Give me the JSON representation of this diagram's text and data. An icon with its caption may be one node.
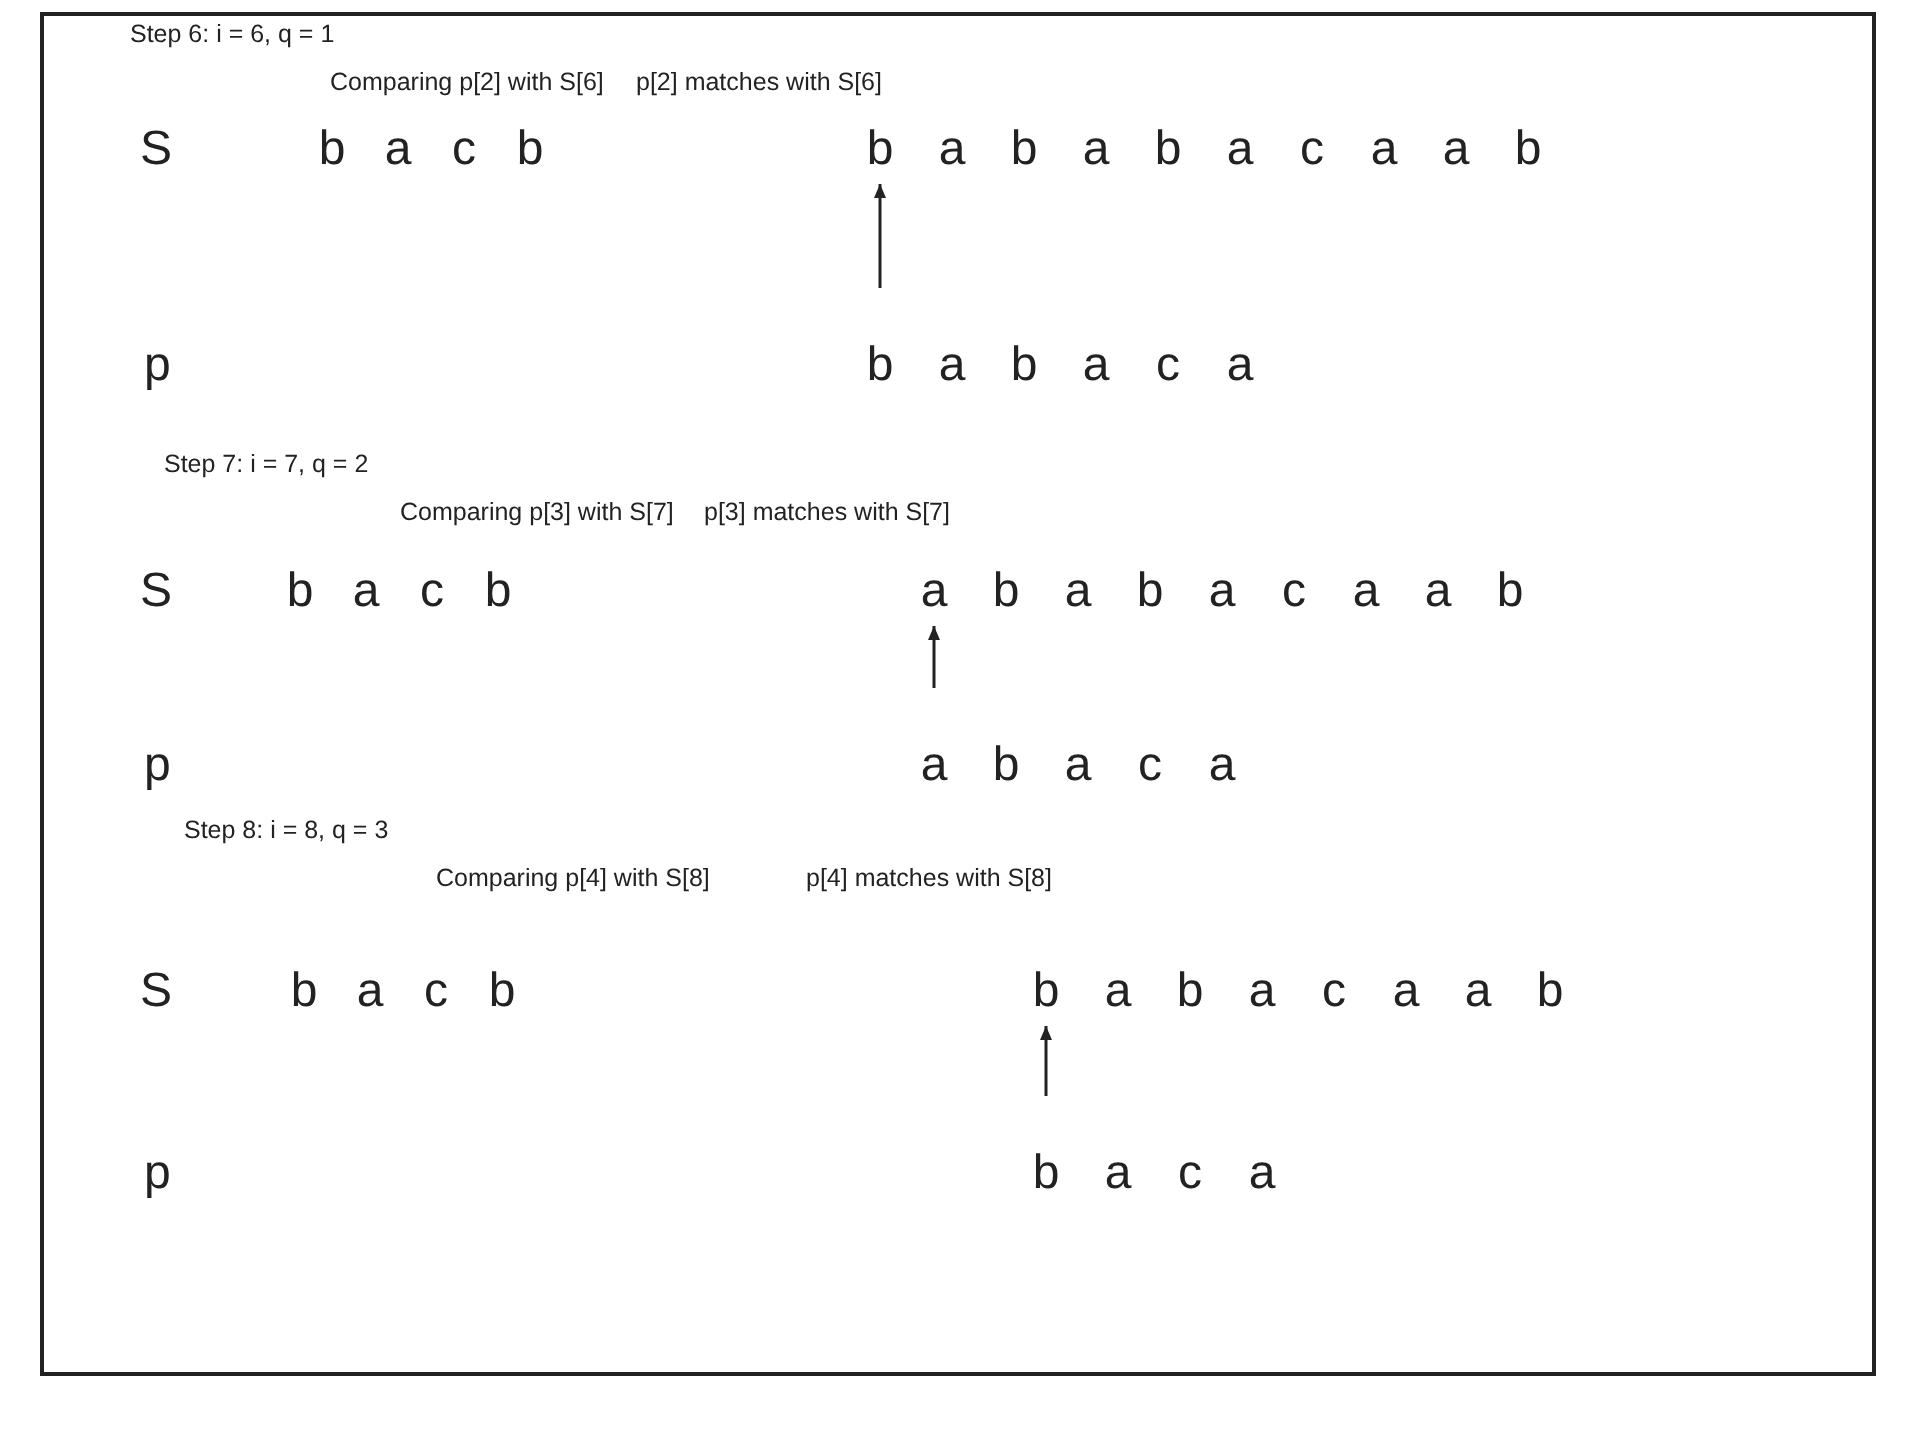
{
  "diagram": {
    "nodes": [
      {
        "text": [
          "b"
        ]
      },
      {
        "text": [
          "a"
        ]
      },
      {
        "text": [
          "b"
        ]
      }
    ],
    "edges": [
      {
        "from": null,
        "to": 0,
        "arrow": "to"
      },
      {
        "from": null,
        "to": 1,
        "arrow": "to"
      },
      {
        "from": null,
        "to": 2,
        "arrow": "to"
      }
    ],
    "labels": [
      "Step 6: i = 6, q = 1",
      "Comparing p[2] with S[6]",
      "p[2] matches with S[6]",
      "S",
      "b",
      "a",
      "c",
      "b",
      "a",
      "b",
      "a",
      "b",
      "a",
      "c",
      "a",
      "a",
      "b",
      "p",
      "b",
      "a",
      "b",
      "a",
      "c",
      "a",
      "Step 7: i = 7, q = 2",
      "Comparing p[3] with S[7]",
      "p[3] matches with S[7]",
      "S",
      "b",
      "a",
      "c",
      "b",
      "b",
      "a",
      "b",
      "a",
      "c",
      "a",
      "a",
      "b",
      "p",
      "a",
      "b",
      "a",
      "c",
      "a",
      "Step 8: i = 8, q = 3",
      "Comparing p[4] with S[8]",
      "p[4] matches with S[8]",
      "S",
      "b",
      "a",
      "c",
      "b",
      "a",
      "b",
      "a",
      "c",
      "a",
      "a",
      "b",
      "p",
      "b",
      "a",
      "c",
      "a"
    ]
  }
}
